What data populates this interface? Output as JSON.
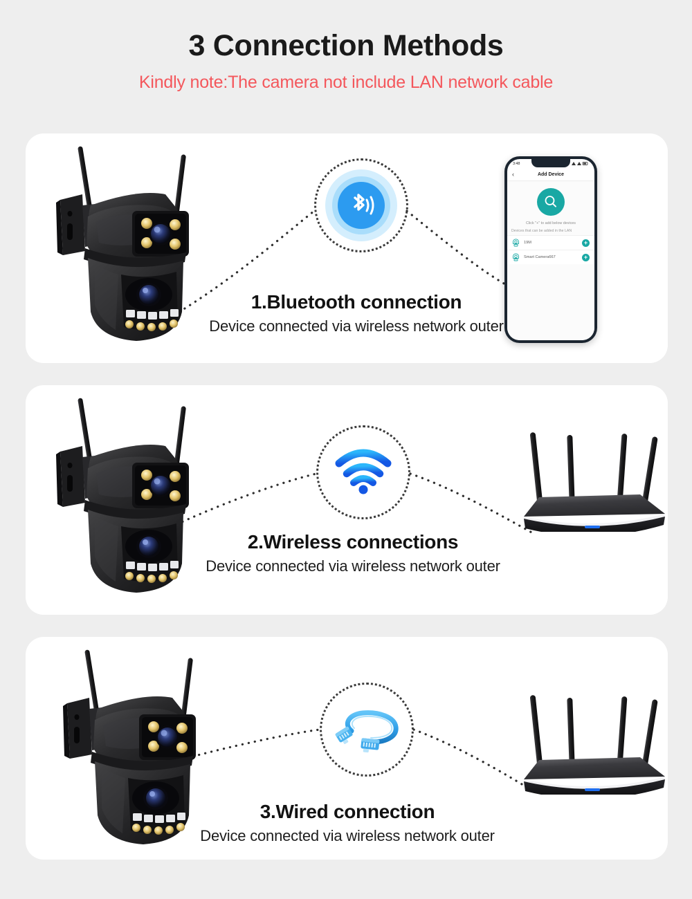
{
  "header": {
    "title": "3 Connection Methods",
    "note": "Kindly note:The camera not include LAN network cable",
    "note_color": "#f4575c",
    "title_color": "#1a1a1a"
  },
  "page": {
    "background_color": "#eeeeee",
    "card_background": "#ffffff"
  },
  "methods": [
    {
      "index": "1",
      "title": "1.Bluetooth connection",
      "subtitle": "Device connected via wireless network outer",
      "icon": "bluetooth-icon",
      "icon_color": "#2c9bf0",
      "left_device": "ptz-security-camera",
      "right_device": "smartphone-app"
    },
    {
      "index": "2",
      "title": "2.Wireless connections",
      "subtitle": "Device connected via wireless network outer",
      "icon": "wifi-icon",
      "icon_color": "#1273ea",
      "left_device": "ptz-security-camera",
      "right_device": "wifi-router"
    },
    {
      "index": "3",
      "title": "3.Wired connection",
      "subtitle": "Device connected via wireless network outer",
      "icon": "ethernet-cable-icon",
      "icon_color": "#3aa6f0",
      "left_device": "ptz-security-camera",
      "right_device": "wifi-router"
    }
  ],
  "phone": {
    "status_time": "3:48",
    "nav_back": "‹",
    "nav_title": "Add Device",
    "search_icon": "magnifier-icon",
    "accent_color": "#19a8a4",
    "hint_primary": "Click \"+\" to add below devices",
    "hint_secondary": "Devices that can be added in the LAN",
    "devices": [
      {
        "name": "19M",
        "add_label": "+"
      },
      {
        "name": "Smart Camera667",
        "add_label": "+"
      }
    ]
  }
}
